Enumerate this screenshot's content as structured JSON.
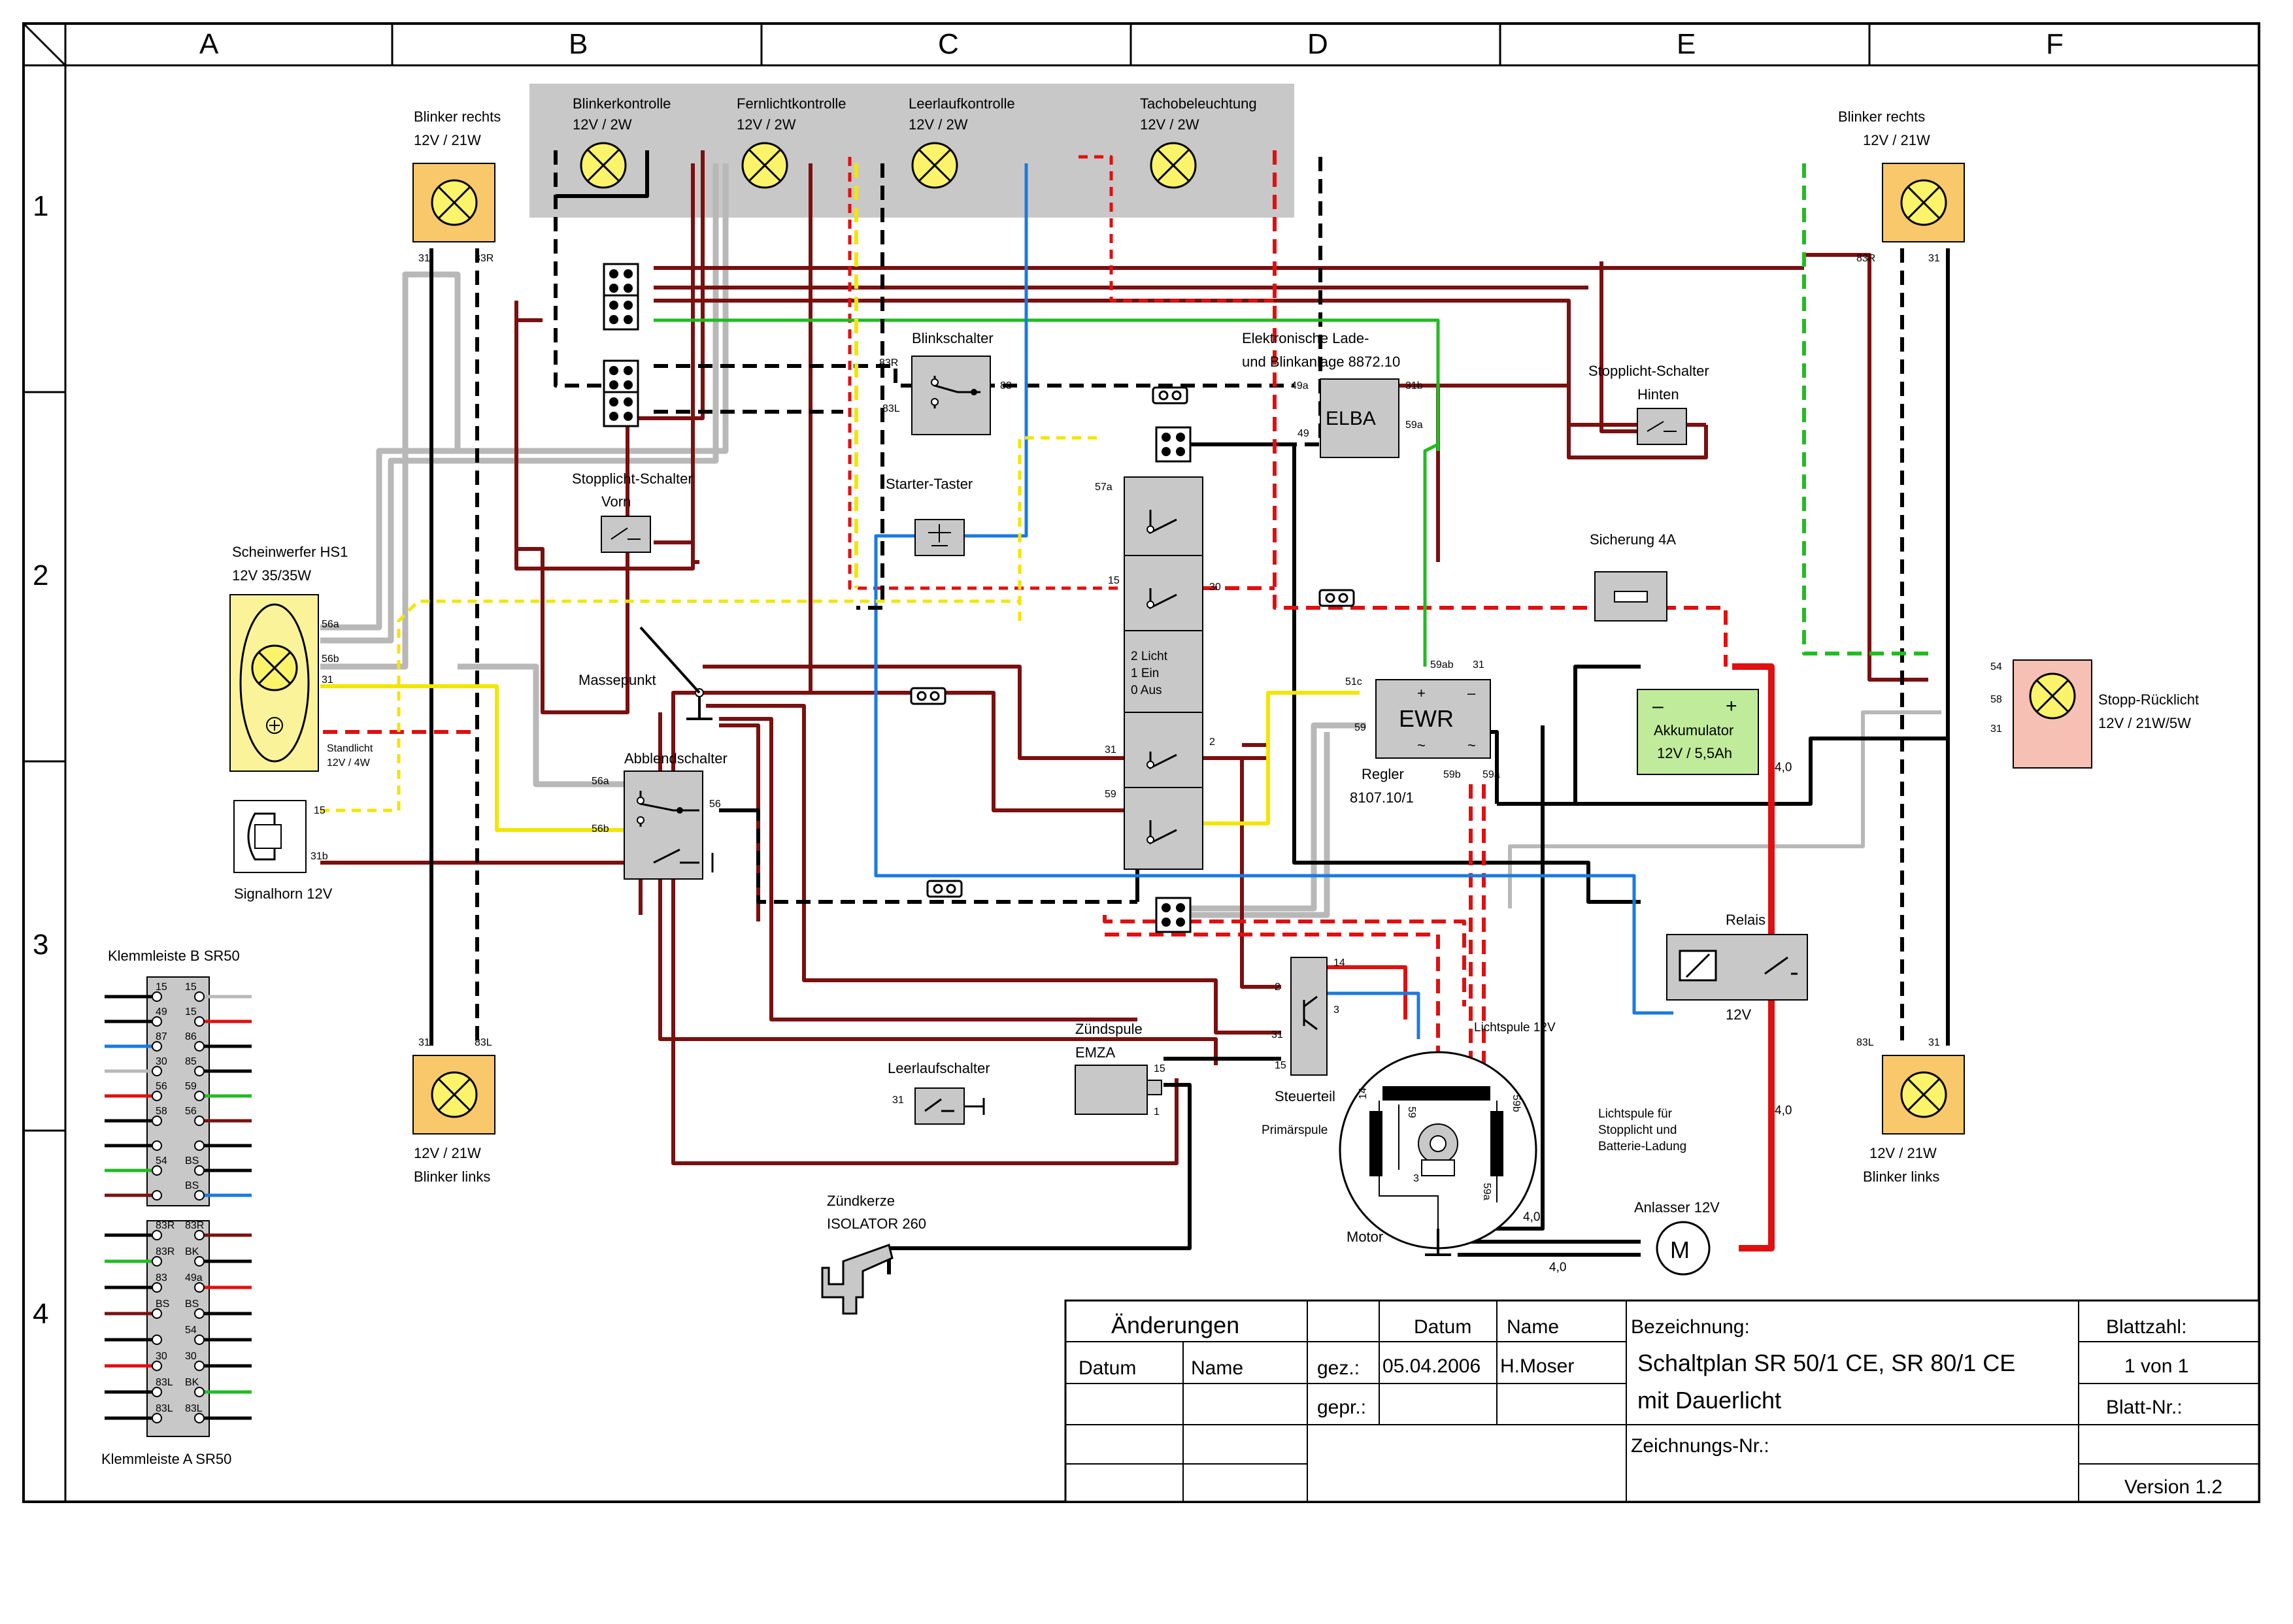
{
  "grid": {
    "columns": [
      "A",
      "B",
      "C",
      "D",
      "E",
      "F"
    ],
    "rows": [
      "1",
      "2",
      "3",
      "4"
    ]
  },
  "components": {
    "blinker_rechts_left": {
      "name": "Blinker rechts",
      "spec": "12V / 21W",
      "pin_a": "31",
      "pin_b": "83R"
    },
    "blinker_rechts_right": {
      "name": "Blinker rechts",
      "spec": "12V / 21W",
      "pin_a": "83R",
      "pin_b": "31"
    },
    "blinker_links_left": {
      "name": "Blinker links",
      "spec": "12V / 21W",
      "pin_a": "31",
      "pin_b": "83L"
    },
    "blinker_links_right": {
      "name": "Blinker links",
      "spec": "12V / 21W",
      "pin_a": "83L",
      "pin_b": "31"
    },
    "blinkerkontrolle": {
      "name": "Blinkerkontrolle",
      "spec": "12V / 2W"
    },
    "fernlichtkontrolle": {
      "name": "Fernlichtkontrolle",
      "spec": "12V / 2W"
    },
    "leerlaufkontrolle": {
      "name": "Leerlaufkontrolle",
      "spec": "12V / 2W"
    },
    "tachobeleuchtung": {
      "name": "Tachobeleuchtung",
      "spec": "12V / 2W"
    },
    "blinkschalter": {
      "name": "Blinkschalter",
      "pin_r": "83R",
      "pin_l": "83L",
      "pin_out": "83"
    },
    "elba": {
      "title1": "Elektronische Lade-",
      "title2": "und Blinkanlage 8872.10",
      "label": "ELBA",
      "pin_49a": "49a",
      "pin_49": "49",
      "pin_31b": "31b",
      "pin_59a": "59a"
    },
    "stopplicht_hinten": {
      "name1": "Stopplicht-Schalter",
      "name2": "Hinten"
    },
    "stopplicht_vorn": {
      "name1": "Stopplicht-Schalter",
      "name2": "Vorn"
    },
    "starter_taster": {
      "name": "Starter-Taster"
    },
    "scheinwerfer": {
      "name": "Scheinwerfer HS1",
      "spec": "12V 35/35W",
      "pin_56a": "56a",
      "pin_56b": "56b",
      "pin_31": "31",
      "standlicht1": "Standlicht",
      "standlicht2": "12V / 4W"
    },
    "signalhorn": {
      "name": "Signalhorn 12V",
      "pin_15": "15",
      "pin_31b": "31b"
    },
    "massepunkt": {
      "name": "Massepunkt"
    },
    "abblendschalter": {
      "name": "Abblendschalter",
      "pin_56a": "56a",
      "pin_56b": "56b",
      "pin_56": "56"
    },
    "zuendschloss": {
      "pin_57a": "57a",
      "pin_15": "15",
      "pin_30": "30",
      "legend1": "2 Licht",
      "legend2": "1 Ein",
      "legend3": "0 Aus",
      "pin_31": "31",
      "pin_2": "2",
      "pin_59": "59"
    },
    "sicherung": {
      "name": "Sicherung 4A"
    },
    "ewr": {
      "label": "EWR",
      "pin_51c": "51c",
      "pin_59": "59",
      "pin_59ab": "59ab",
      "pin_31": "31",
      "pin_59b": "59b",
      "pin_59a": "59a",
      "name1": "Regler",
      "name2": "8107.10/1"
    },
    "akkumulator": {
      "name": "Akkumulator",
      "spec": "12V / 5,5Ah",
      "minus": "–",
      "plus": "+"
    },
    "stopp_ruecklicht": {
      "name": "Stopp-Rücklicht",
      "spec": "12V / 21W/5W",
      "pin_54": "54",
      "pin_58": "58",
      "pin_31": "31"
    },
    "relais": {
      "name": "Relais",
      "spec": "12V"
    },
    "leerlaufschalter": {
      "name": "Leerlaufschalter",
      "pin": "31"
    },
    "zuendspule": {
      "name1": "Zündspule",
      "name2": "EMZA",
      "pin_15": "15",
      "pin_1": "1"
    },
    "steuerteil": {
      "name": "Steuerteil",
      "pin_14": "14",
      "pin_2": "2",
      "pin_3": "3",
      "pin_31": "31",
      "pin_15": "15"
    },
    "motor": {
      "name": "Motor",
      "primaer": "Primärspule",
      "lichtspule": "Lichtspule 12V",
      "ls_stop1": "Lichtspule für",
      "ls_stop2": "Stopplicht und",
      "ls_stop3": "Batterie-Ladung",
      "pin_14": "14",
      "pin_59": "59",
      "pin_59b": "59b",
      "pin_59a": "59a",
      "pin_3": "3"
    },
    "zuendkerze": {
      "name1": "Zündkerze",
      "name2": "ISOLATOR 260"
    },
    "anlasser": {
      "name": "Anlasser 12V",
      "symbol": "M"
    },
    "wire_sizes": {
      "w1": "4,0",
      "w2": "4,0",
      "w3": "4,0",
      "w4": "4,0"
    }
  },
  "terminal_strips": {
    "b": {
      "title": "Klemmleiste B SR50",
      "rows": [
        {
          "l": "15",
          "r": "15"
        },
        {
          "l": "49",
          "r": "15"
        },
        {
          "l": "87",
          "r": "86"
        },
        {
          "l": "30",
          "r": "85"
        },
        {
          "l": "56",
          "r": "59"
        },
        {
          "l": "58",
          "r": "56"
        },
        {
          "l": "",
          "r": ""
        },
        {
          "l": "54",
          "r": "BS"
        },
        {
          "l": "",
          "r": "BS"
        }
      ]
    },
    "a": {
      "title": "Klemmleiste A SR50",
      "rows": [
        {
          "l": "83R",
          "r": "83R"
        },
        {
          "l": "83R",
          "r": "BK"
        },
        {
          "l": "83",
          "r": "49a"
        },
        {
          "l": "BS",
          "r": "BS"
        },
        {
          "l": "",
          "r": "54"
        },
        {
          "l": "30",
          "r": "30"
        },
        {
          "l": "83L",
          "r": "BK"
        },
        {
          "l": "83L",
          "r": "83L"
        }
      ]
    }
  },
  "title_block": {
    "aenderungen": "Änderungen",
    "datum_col": "Datum",
    "name_col": "Name",
    "datum_head": "Datum",
    "name_head": "Name",
    "gez_label": "gez.:",
    "gez_date": "05.04.2006",
    "gez_name": "H.Moser",
    "gepr_label": "gepr.:",
    "bezeichnung_label": "Bezeichnung:",
    "bezeichnung_line1": "Schaltplan SR 50/1 CE, SR 80/1 CE",
    "bezeichnung_line2": "mit Dauerlicht",
    "zeichnungs_nr_label": "Zeichnungs-Nr.:",
    "blattzahl_label": "Blattzahl:",
    "blattzahl_value": "1 von 1",
    "blatt_nr_label": "Blatt-Nr.:",
    "version": "Version 1.2"
  },
  "colors": {
    "wire_black": "#000000",
    "wire_brown": "#7a1010",
    "wire_red": "#e01010",
    "wire_green": "#22bb22",
    "wire_blue": "#1a7ae0",
    "wire_yellow": "#f2e600",
    "wire_grey": "#b8b8b8",
    "lamp_fill": "#fbf36a",
    "lamp_box": "#f9c86a",
    "instrument_panel": "#c8c8c8",
    "component_grey": "#c8c8c8",
    "headlamp_fill": "#faf39a",
    "battery_fill": "#bfeb9a",
    "taillight_fill": "#f7c0b4"
  }
}
